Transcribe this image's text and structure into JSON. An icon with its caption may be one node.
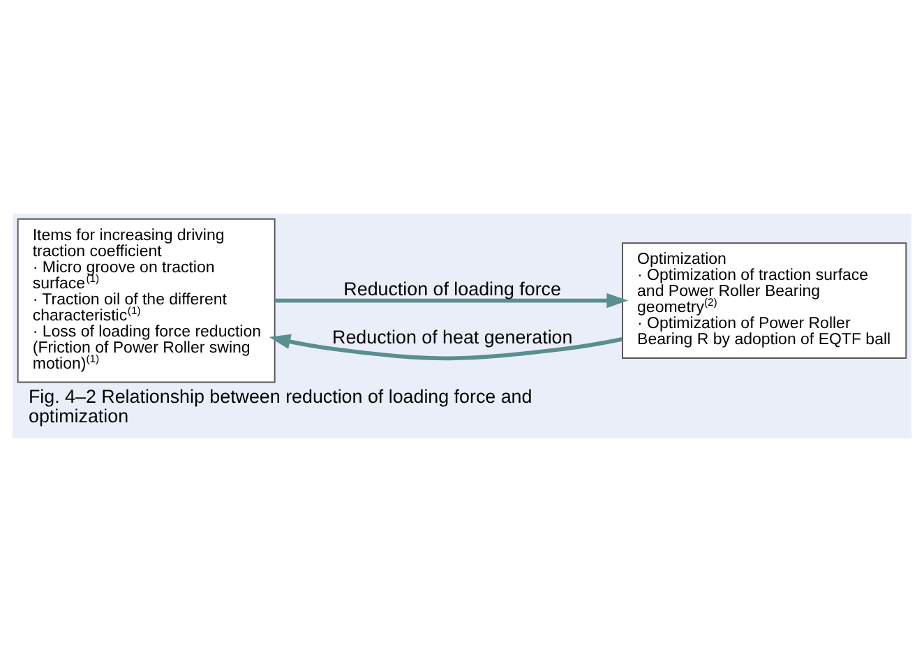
{
  "diagram": {
    "caption": "Fig. 4–2 Relationship between reduction of loading force and optimization",
    "nodes": [
      {
        "text": [
          "Items for increasing driving traction coefficient",
          "· Micro groove on traction surface$^{(1)}$",
          "· Traction oil of the different characteristic$^{(1)}$",
          "· Loss of loading force reduction (Friction of Power Roller swing motion)$^{(1)}$"
        ]
      },
      {
        "text": [
          "Optimization",
          "· Optimization of traction surface and Power Roller Bearing geometry$^{(2)}$",
          "· Optimization of Power Roller Bearing R by adoption of EQTF ball"
        ]
      }
    ],
    "edges": [
      {
        "from": 1,
        "to": 0,
        "arrow": "to",
        "label": "Reduction of heat generation"
      },
      {
        "from": 0,
        "to": 1,
        "arrow": "to",
        "label": "Reduction of loading force"
      }
    ]
  }
}
